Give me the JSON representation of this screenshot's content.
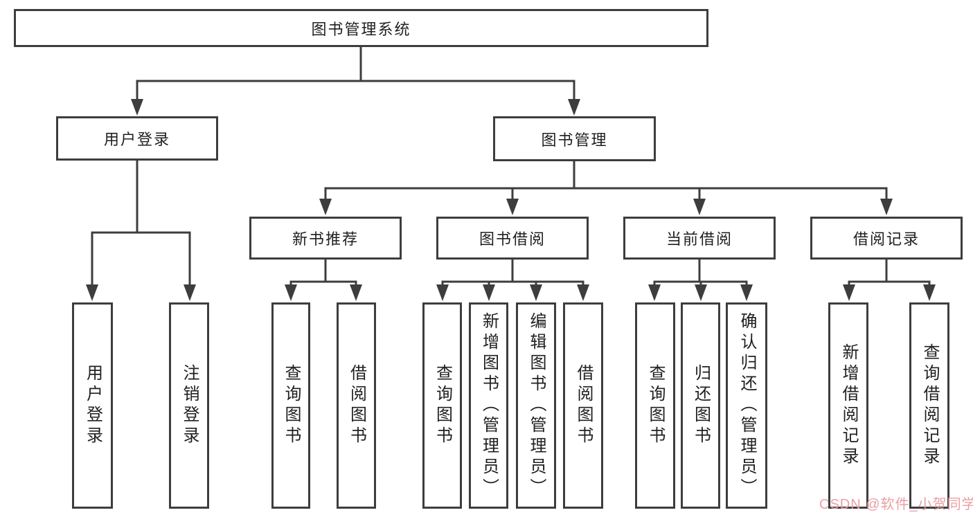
{
  "title": "图书管理系统",
  "colors": {
    "line": "#3d3d3d",
    "text": "#1f1f1f",
    "watermark": "#e89aa0",
    "background": "#ffffff"
  },
  "watermark": {
    "text": "CSDN @软件_小贺同学"
  },
  "tree": {
    "root": {
      "label": "图书管理系统",
      "children": [
        {
          "label": "用户登录",
          "children": [
            {
              "label": "用户登录"
            },
            {
              "label": "注销登录"
            }
          ]
        },
        {
          "label": "图书管理",
          "children": [
            {
              "label": "新书推荐",
              "children": [
                {
                  "label": "查询图书"
                },
                {
                  "label": "借阅图书"
                }
              ]
            },
            {
              "label": "图书借阅",
              "children": [
                {
                  "label": "查询图书"
                },
                {
                  "label": "新增图书（管理员）"
                },
                {
                  "label": "编辑图书（管理员）"
                },
                {
                  "label": "借阅图书"
                }
              ]
            },
            {
              "label": "当前借阅",
              "children": [
                {
                  "label": "查询图书"
                },
                {
                  "label": "归还图书"
                },
                {
                  "label": "确认归还（管理员）"
                }
              ]
            },
            {
              "label": "借阅记录",
              "children": [
                {
                  "label": "新增借阅记录"
                },
                {
                  "label": "查询借阅记录"
                }
              ]
            }
          ]
        }
      ]
    }
  }
}
